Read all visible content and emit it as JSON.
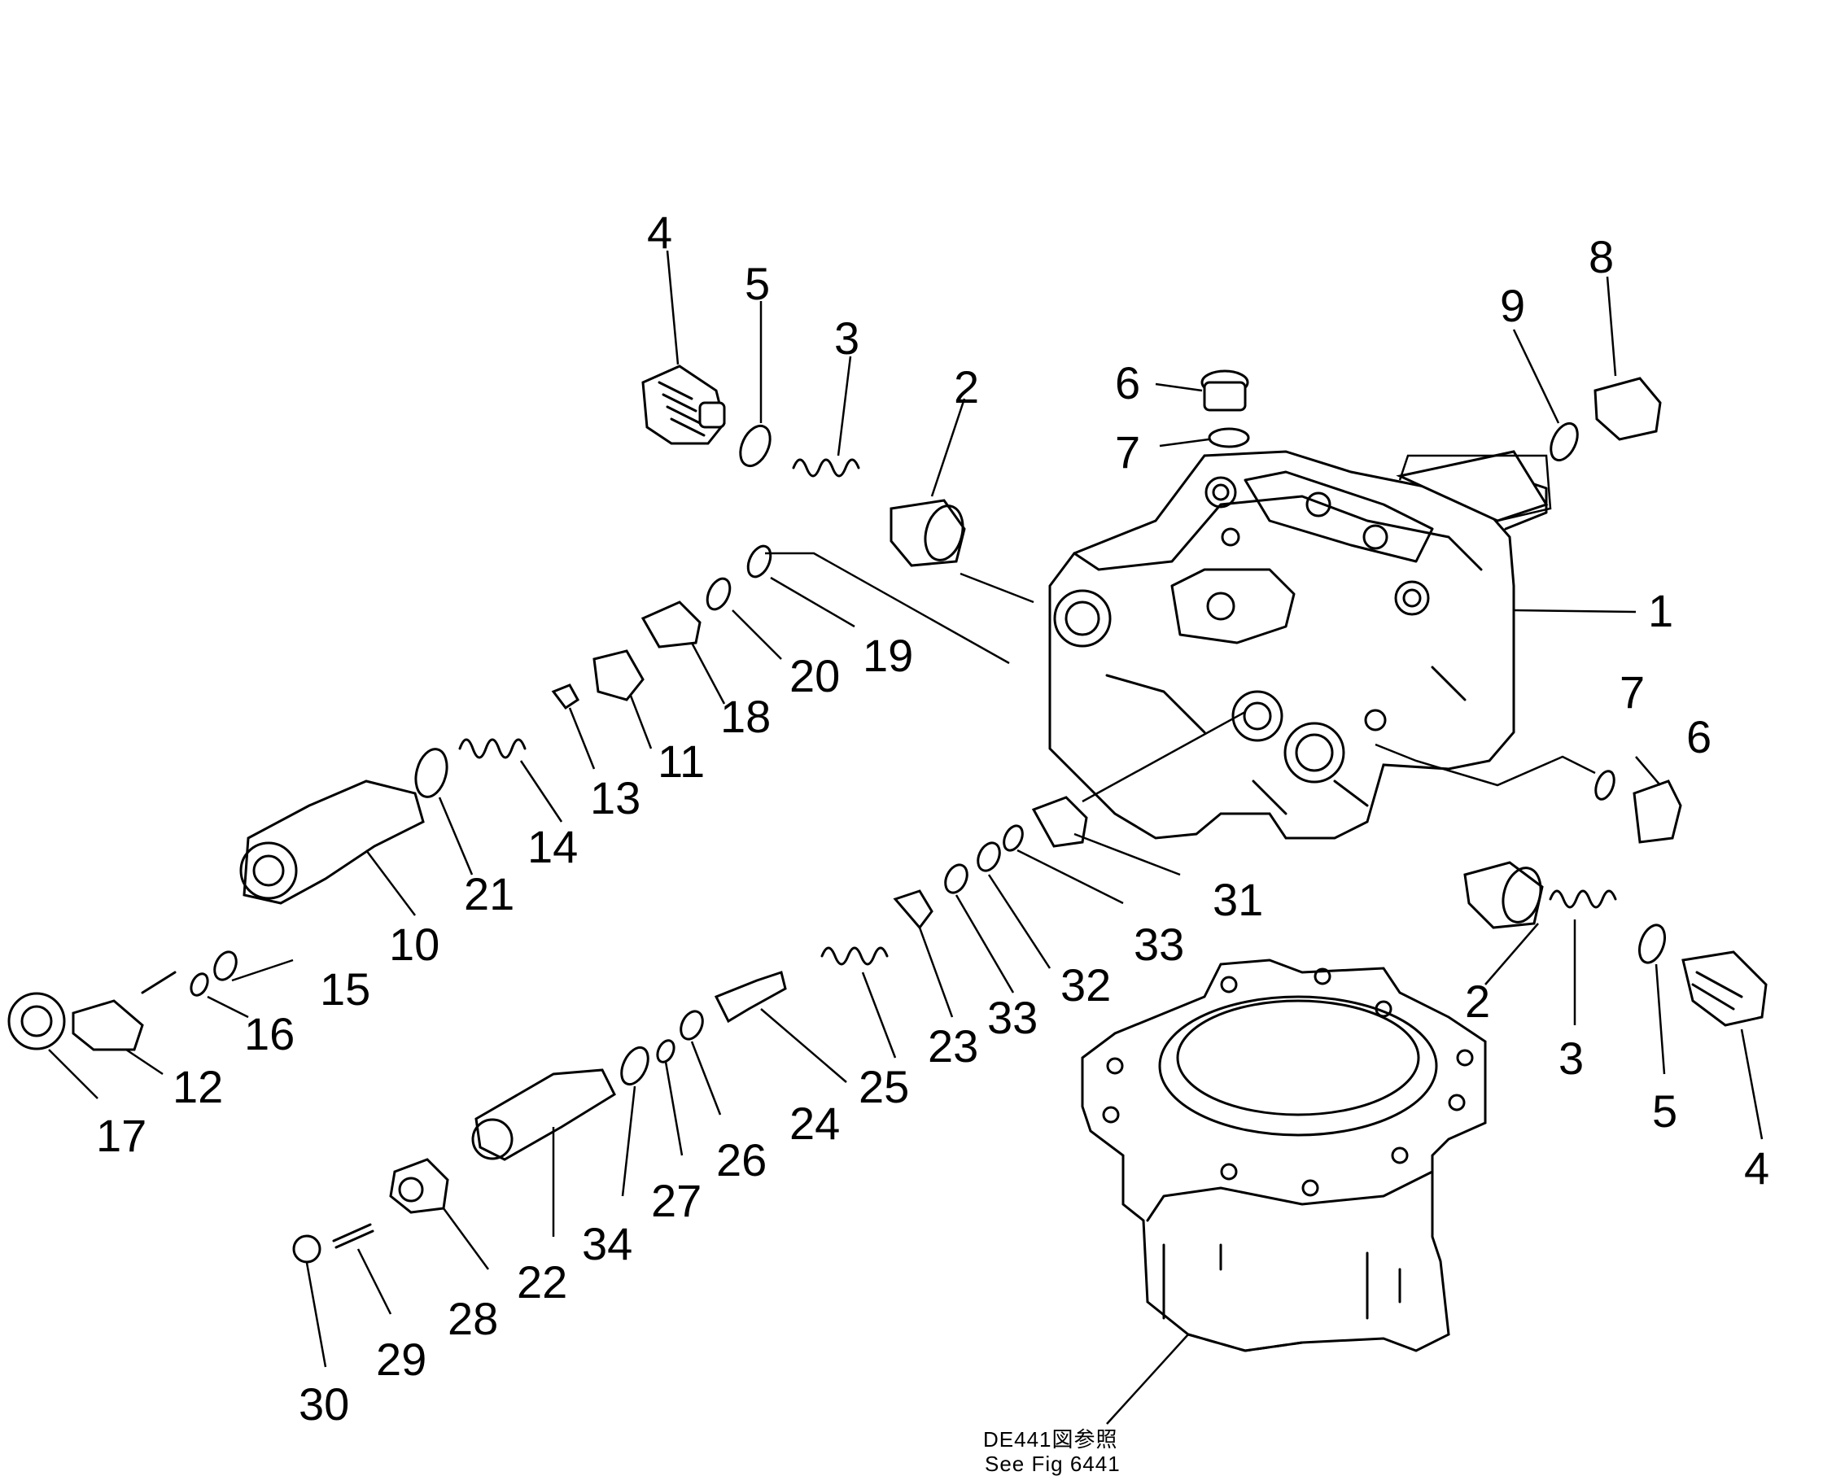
{
  "diagram": {
    "callouts": [
      "4",
      "5",
      "3",
      "2",
      "6",
      "7",
      "9",
      "8",
      "1",
      "19",
      "20",
      "18",
      "11",
      "13",
      "14",
      "21",
      "10",
      "15",
      "16",
      "12",
      "17",
      "7",
      "6",
      "31",
      "33",
      "32",
      "33",
      "23",
      "25",
      "24",
      "26",
      "27",
      "34",
      "22",
      "28",
      "29",
      "30",
      "2",
      "3",
      "5",
      "4"
    ],
    "reference_note": {
      "line1": "DE441図参照",
      "line2": "See Fig 6441"
    }
  }
}
